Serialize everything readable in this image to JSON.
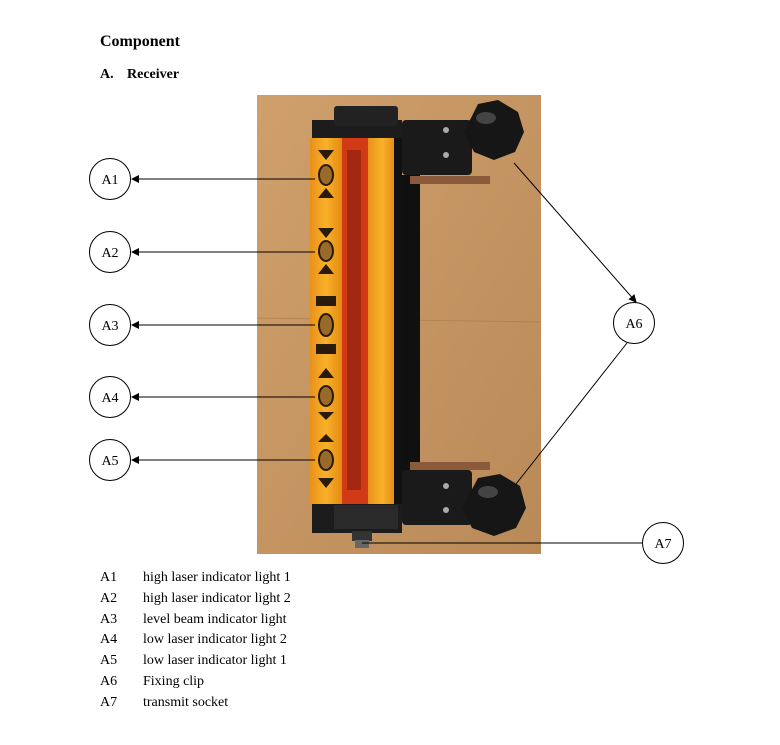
{
  "heading": "Component",
  "subheading": {
    "number": "A.",
    "text": "Receiver"
  },
  "callouts": [
    "A1",
    "A2",
    "A3",
    "A4",
    "A5",
    "A6",
    "A7"
  ],
  "legend": [
    {
      "code": "A1",
      "text": "high laser indicator light 1"
    },
    {
      "code": "A2",
      "text": "high laser indicator light 2"
    },
    {
      "code": "A3",
      "text": "level beam indicator light"
    },
    {
      "code": "A4",
      "text": "low laser indicator light 2"
    },
    {
      "code": "A5",
      "text": "low laser indicator light 1"
    },
    {
      "code": "A6",
      "text": "Fixing clip"
    },
    {
      "code": "A7",
      "text": "transmit socket"
    }
  ],
  "colors": {
    "cardboard": "#c89a66",
    "housing": "#f4a21a",
    "lens": "#d8361a",
    "frame": "#1c1c1c"
  }
}
